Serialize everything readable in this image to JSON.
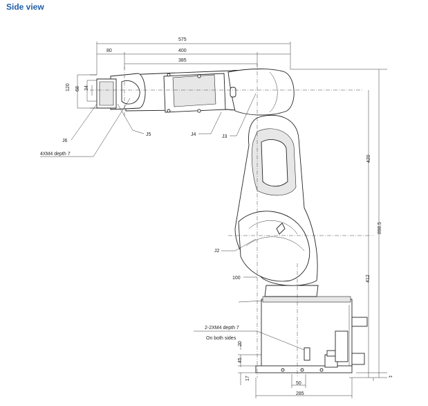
{
  "title": "Side view",
  "dims": {
    "d575": "575",
    "d80": "80",
    "d400": "400",
    "d385": "385",
    "d120": "120",
    "d68": "68",
    "d34": "34",
    "d420": "420",
    "d898": "898.5",
    "d412": "412",
    "d100": "100",
    "d20": "20",
    "d45": "45",
    "d17": "17",
    "d50": "50",
    "d285": "285",
    "dstar": "**"
  },
  "labels": {
    "j6": "J6",
    "j5": "J5",
    "j4": "J4",
    "j3": "J3",
    "j2": "J2",
    "tap": "4XM4 depth 7",
    "tap2": "2-2XM4 depth 7",
    "sides": "On both sides"
  }
}
